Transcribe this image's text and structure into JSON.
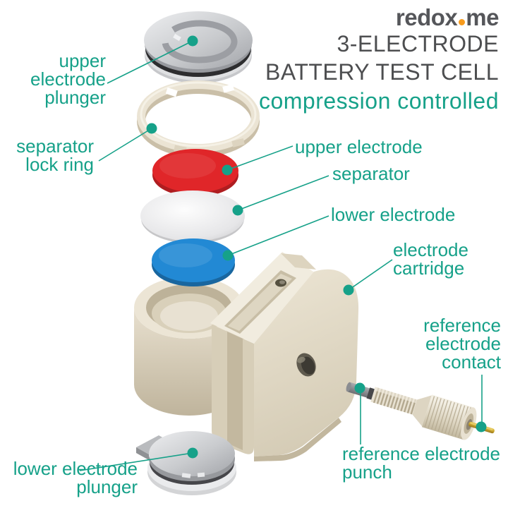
{
  "header": {
    "logo_part1": "redox",
    "logo_part2": "me",
    "title_line1": "3-ELECTRODE",
    "title_line2": "BATTERY TEST CELL",
    "subtitle": "compression controlled"
  },
  "labels": {
    "upper_electrode_plunger": [
      "upper",
      "electrode",
      "plunger"
    ],
    "separator_lock_ring": [
      "separator",
      "lock ring"
    ],
    "upper_electrode": [
      "upper electrode"
    ],
    "separator": [
      "separator"
    ],
    "lower_electrode": [
      "lower electrode"
    ],
    "electrode_cartridge": [
      "electrode",
      "cartridge"
    ],
    "reference_electrode_contact": [
      "reference",
      "electrode",
      "contact"
    ],
    "reference_electrode_punch": [
      "reference electrode",
      "punch"
    ],
    "lower_electrode_plunger": [
      "lower electrode",
      "plunger"
    ]
  },
  "colors": {
    "accent_teal": "#16a189",
    "title_gray": "#4d4e50",
    "logo_gray": "#55565a",
    "logo_orange": "#f89b1c",
    "electrode_red": "#e02629",
    "electrode_blue": "#2289d4",
    "separator_gray": "#d9d9db",
    "cartridge_beige": "#e7e0d0",
    "plunger_silver": "#c4c6c9",
    "oring_black": "#2d2d2f",
    "contact_gold": "#cda42c"
  }
}
